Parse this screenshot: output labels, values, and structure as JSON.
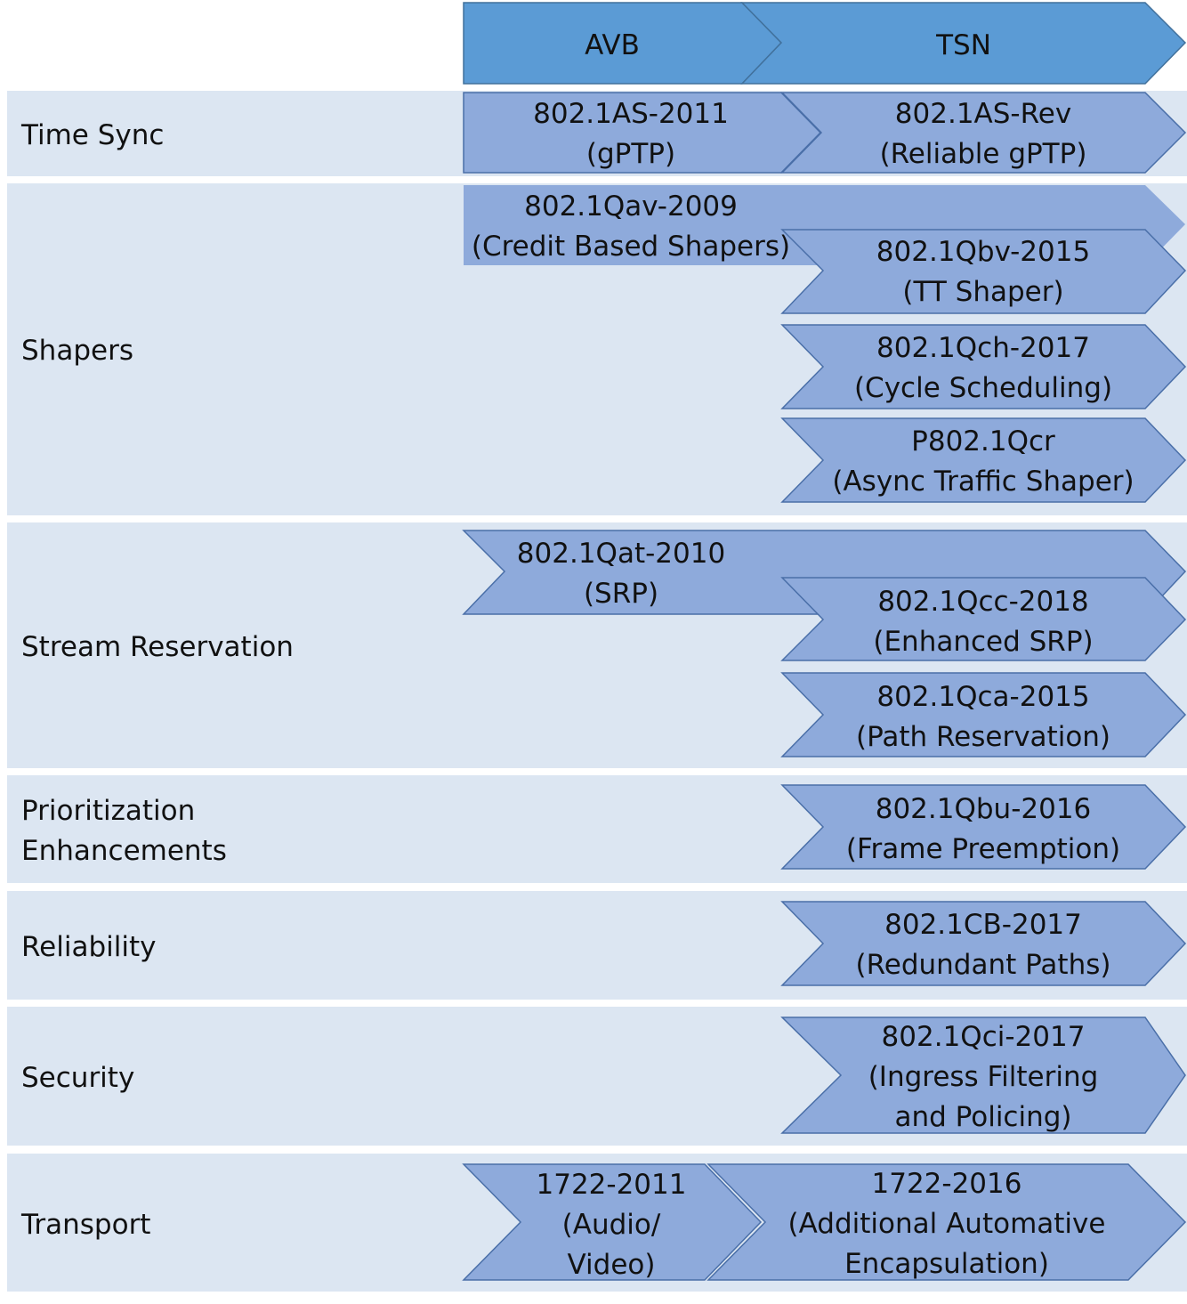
{
  "header": {
    "avb": "AVB",
    "tsn": "TSN"
  },
  "rows": {
    "time_sync": "Time Sync",
    "shapers": "Shapers",
    "stream_reservation": "Stream Reservation",
    "prioritization_1": "Prioritization",
    "prioritization_2": "Enhancements",
    "reliability": "Reliability",
    "security": "Security",
    "transport": "Transport"
  },
  "standards": {
    "as2011": {
      "id": "802.1AS-2011",
      "desc": "(gPTP)"
    },
    "asrev": {
      "id": "802.1AS-Rev",
      "desc": "(Reliable gPTP)"
    },
    "qav": {
      "id": "802.1Qav-2009",
      "desc": "(Credit Based Shapers)"
    },
    "qbv": {
      "id": "802.1Qbv-2015",
      "desc": "(TT Shaper)"
    },
    "qch": {
      "id": "802.1Qch-2017",
      "desc": "(Cycle Scheduling)"
    },
    "qcr": {
      "id": "P802.1Qcr",
      "desc": "(Async Traffic Shaper)"
    },
    "qat": {
      "id": "802.1Qat-2010",
      "desc": "(SRP)"
    },
    "qcc": {
      "id": "802.1Qcc-2018",
      "desc": "(Enhanced SRP)"
    },
    "qca": {
      "id": "802.1Qca-2015",
      "desc": "(Path Reservation)"
    },
    "qbu": {
      "id": "802.1Qbu-2016",
      "desc": "(Frame Preemption)"
    },
    "cb": {
      "id": "802.1CB-2017",
      "desc": "(Redundant Paths)"
    },
    "qci": {
      "id": "802.1Qci-2017",
      "desc1": "(Ingress Filtering",
      "desc2": "and Policing)"
    },
    "t1722_2011": {
      "id": "1722-2011",
      "desc1": "(Audio/",
      "desc2": "Video)"
    },
    "t1722_2016": {
      "id": "1722-2016",
      "desc1": "(Additional Automative",
      "desc2": "Encapsulation)"
    }
  },
  "colors": {
    "row_background": "#dce6f2",
    "arrow_fill": "#8eaadb",
    "header_fill": "#5b9bd5"
  }
}
